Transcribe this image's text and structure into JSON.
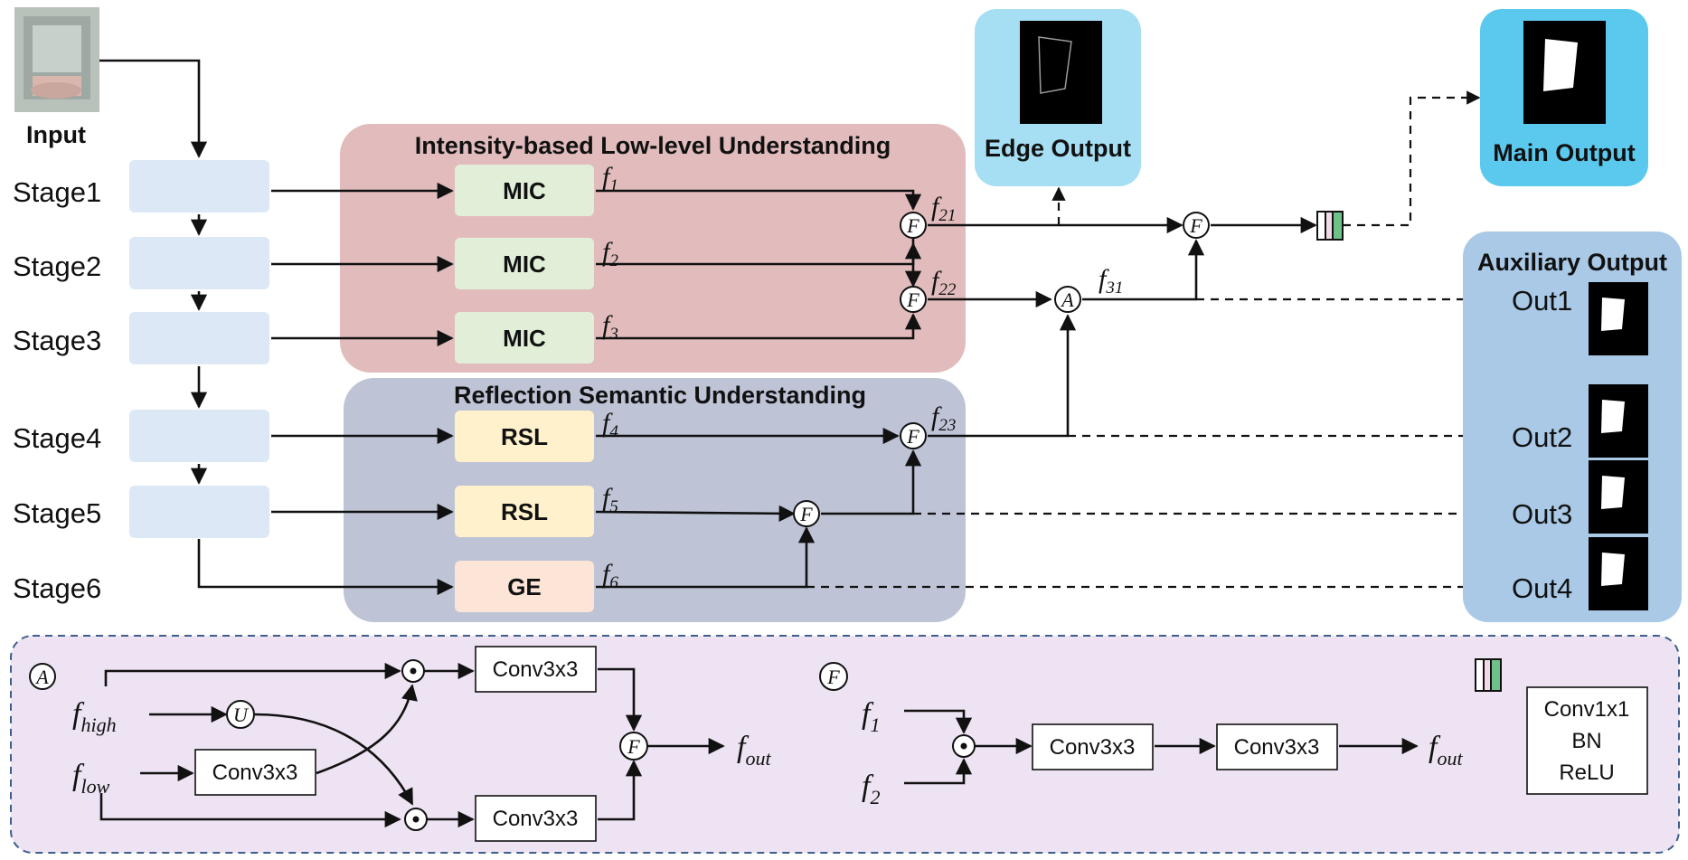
{
  "input_label": "Input",
  "stages": [
    "Stage1",
    "Stage2",
    "Stage3",
    "Stage4",
    "Stage5",
    "Stage6"
  ],
  "groups": {
    "low_level": "Intensity-based Low-level Understanding",
    "semantic": "Reflection Semantic Understanding"
  },
  "modules": [
    "MIC",
    "MIC",
    "MIC",
    "RSL",
    "RSL",
    "GE"
  ],
  "features": {
    "f1": "f",
    "f1_sub": "1",
    "f2": "f",
    "f2_sub": "2",
    "f3": "f",
    "f3_sub": "3",
    "f4": "f",
    "f4_sub": "4",
    "f5": "f",
    "f5_sub": "5",
    "f6": "f",
    "f6_sub": "6",
    "f21": "f",
    "f21_sub": "21",
    "f22": "f",
    "f22_sub": "22",
    "f23": "f",
    "f23_sub": "23",
    "f31": "f",
    "f31_sub": "31"
  },
  "ops": {
    "fuse": "F",
    "attn": "A",
    "upsample": "U"
  },
  "outputs": {
    "edge": "Edge Output",
    "main": "Main Output",
    "aux_title": "Auxiliary Output",
    "aux": [
      "Out1",
      "Out2",
      "Out3",
      "Out4"
    ]
  },
  "legend": {
    "conv": "Conv3x3",
    "f_high": "f",
    "f_high_sub": "high",
    "f_low": "f",
    "f_low_sub": "low",
    "f_out": "f",
    "f_out_sub": "out",
    "f_1": "f",
    "f_1_sub": "1",
    "f_2": "f",
    "f_2_sub": "2",
    "block": [
      "Conv1x1",
      "BN",
      "ReLU"
    ]
  },
  "colors": {
    "stage_box": "#dce8f5",
    "low_level_bg": "#e2bcbd",
    "semantic_bg": "#bec3d6",
    "mic": "#e1efd9",
    "rsl": "#fff1cc",
    "ge": "#fce4d6",
    "edge_bg": "#a6dff4",
    "main_bg": "#5bc9ee",
    "aux_bg": "#a9c9e6",
    "legend_bg": "#ede3f2",
    "legend_border": "#3f5e8c"
  }
}
